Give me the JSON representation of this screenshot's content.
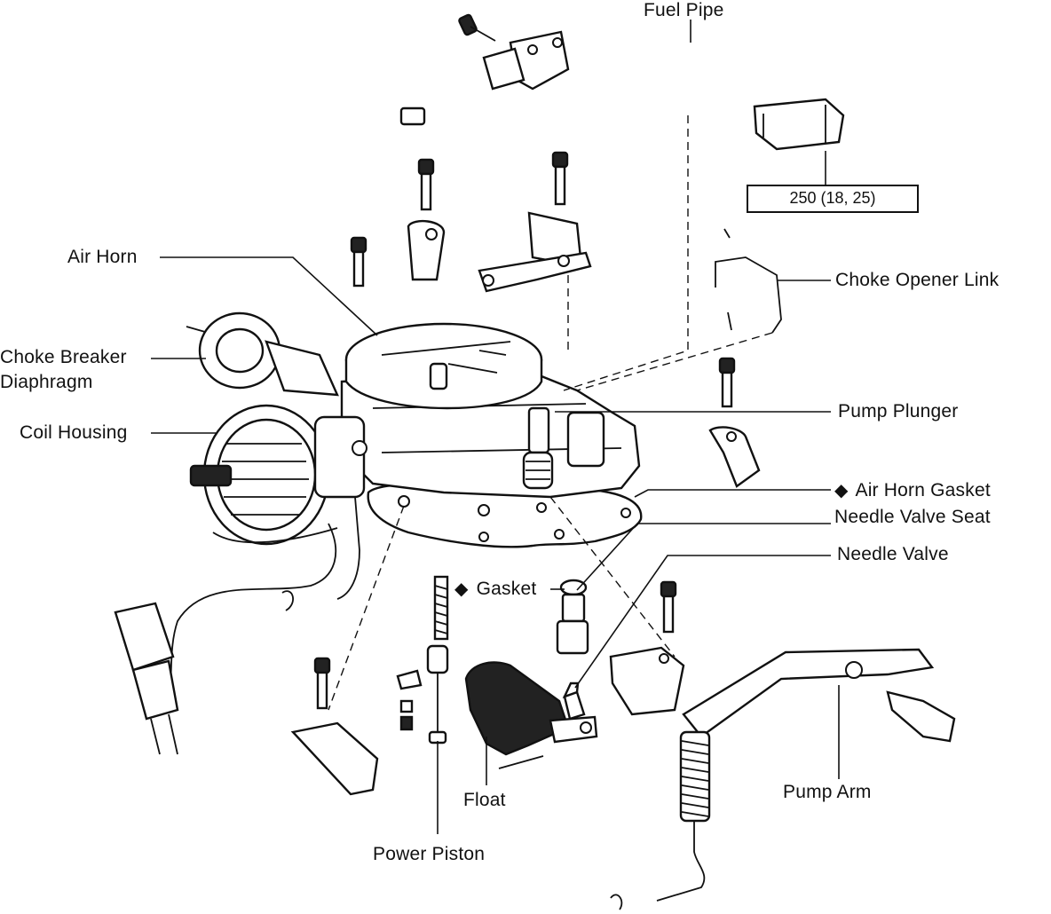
{
  "labels": {
    "fuel_pipe": "Fuel Pipe",
    "torque_spec": "250 (18, 25)",
    "air_horn": "Air Horn",
    "choke_opener_link": "Choke Opener Link",
    "choke_breaker_1": "Choke Breaker",
    "choke_breaker_2": "Diaphragm",
    "coil_housing": "Coil Housing",
    "pump_plunger": "Pump Plunger",
    "air_horn_gasket": "Air Horn Gasket",
    "needle_valve_seat": "Needle Valve Seat",
    "needle_valve": "Needle Valve",
    "gasket": "Gasket",
    "float": "Float",
    "power_piston": "Power Piston",
    "pump_arm": "Pump Arm",
    "marker": "◆"
  }
}
